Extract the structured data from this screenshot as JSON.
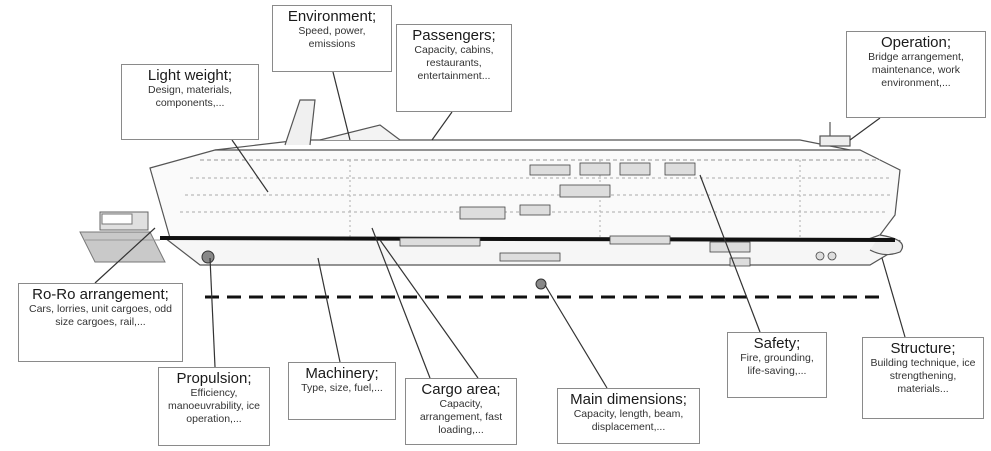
{
  "labels": {
    "environment": {
      "title": "Environment;",
      "details": "Speed, power, emissions"
    },
    "passengers": {
      "title": "Passengers;",
      "details": "Capacity, cabins, restaurants, entertainment..."
    },
    "light_weight": {
      "title": "Light weight;",
      "details": "Design, materials, components,..."
    },
    "operation": {
      "title": "Operation;",
      "details": "Bridge arrangement, maintenance, work environment,..."
    },
    "roro": {
      "title": "Ro-Ro arrangement;",
      "details": "Cars, lorries, unit cargoes, odd size cargoes, rail,..."
    },
    "propulsion": {
      "title": "Propulsion;",
      "details": "Efficiency, manoeuvrability, ice operation,..."
    },
    "machinery": {
      "title": "Machinery;",
      "details": "Type, size, fuel,..."
    },
    "cargo_area": {
      "title": "Cargo area;",
      "details": "Capacity, arrangement, fast loading,..."
    },
    "main_dimensions": {
      "title": "Main dimensions;",
      "details": "Capacity, length, beam, displacement,..."
    },
    "safety": {
      "title": "Safety;",
      "details": "Fire, grounding, life-saving,..."
    },
    "structure": {
      "title": "Structure;",
      "details": "Building technique, ice strengthening, materials..."
    }
  },
  "colors": {
    "line": "#333333",
    "box_border": "#8a8a8a",
    "waterline": "#111111"
  }
}
